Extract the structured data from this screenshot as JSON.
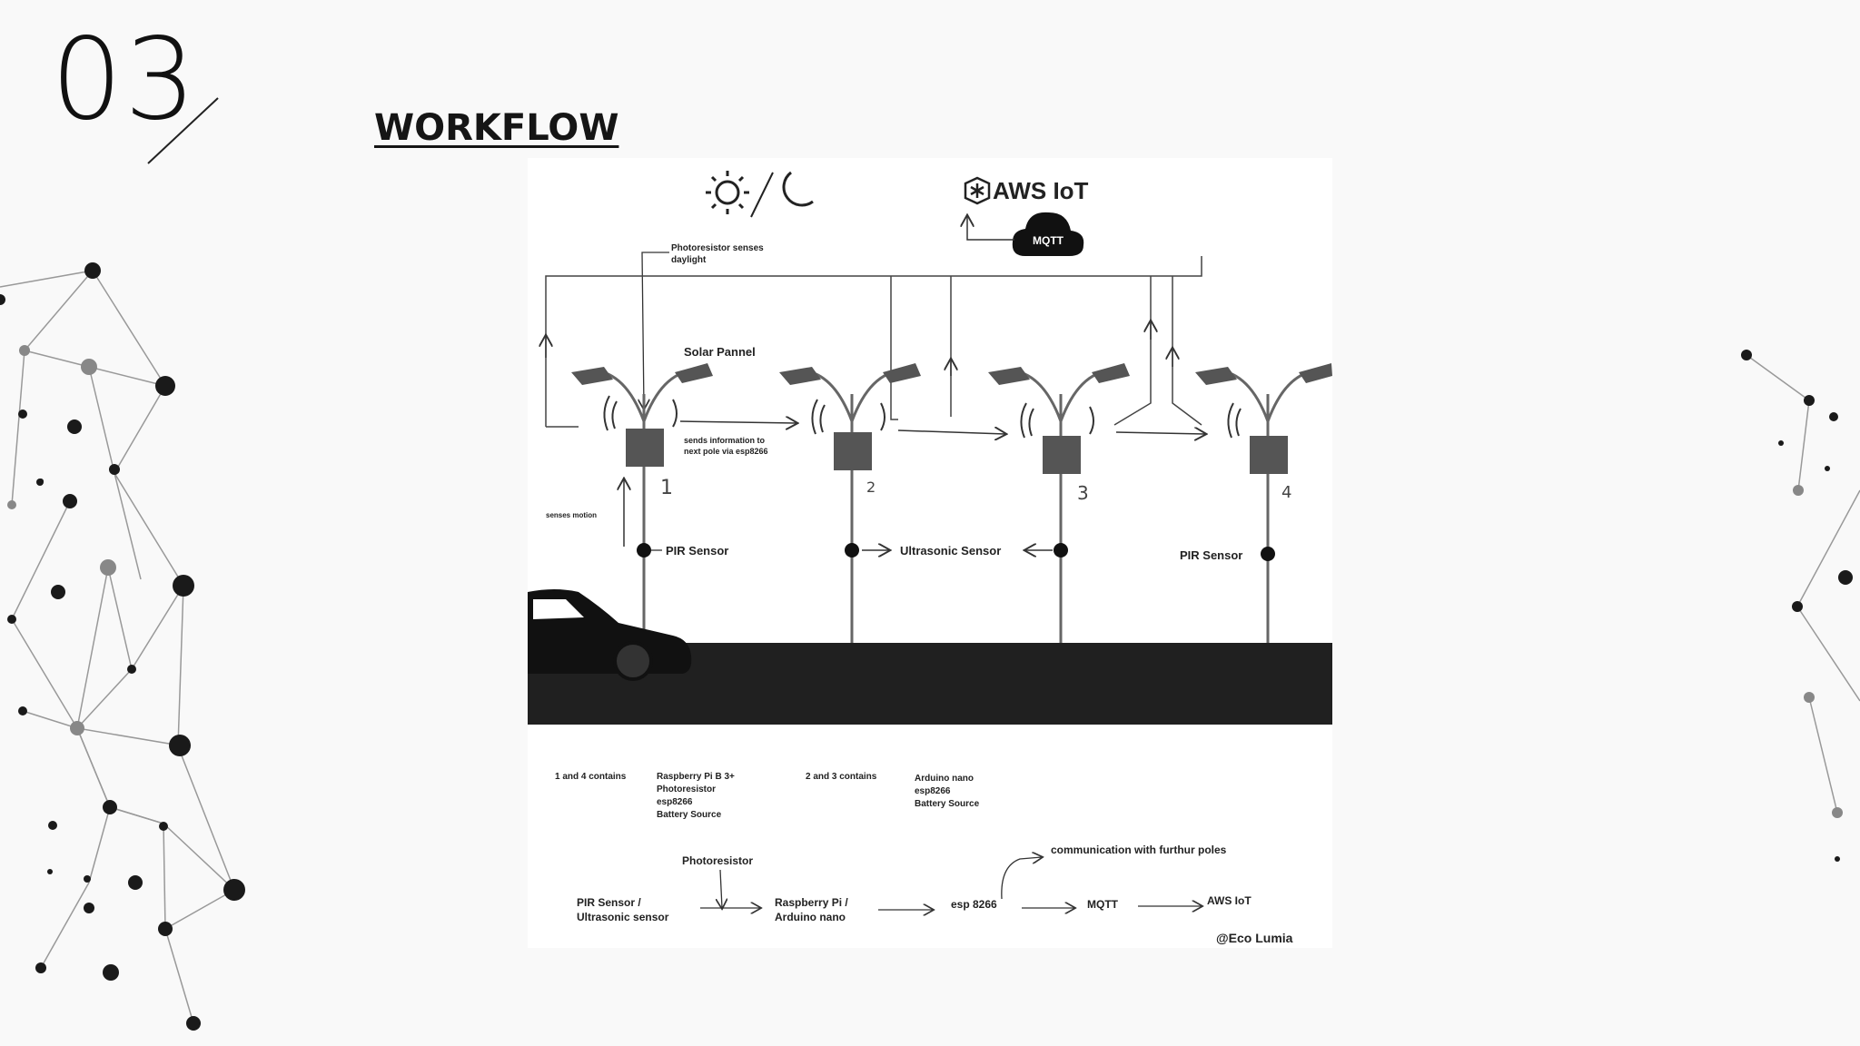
{
  "slide": {
    "number": "03",
    "title": "WORKFLOW"
  },
  "diagram": {
    "aws_label": "AWS IoT",
    "mqtt_cloud": "MQTT",
    "photoresistor_note": [
      "Photoresistor senses",
      "daylight"
    ],
    "solar_label": "Solar Pannel",
    "sends_info": [
      "sends information to",
      "next pole via esp8266"
    ],
    "senses_motion": "senses motion",
    "poles": [
      "1",
      "2",
      "3",
      "4"
    ],
    "sensor_labels": {
      "pir1": "PIR Sensor",
      "ultrasonic": "Ultrasonic Sensor",
      "pir4": "PIR Sensor"
    },
    "legend": {
      "group_a_label": "1 and 4 contains",
      "group_a_items": [
        "Raspberry Pi B 3+",
        "Photoresistor",
        "esp8266",
        "Battery Source"
      ],
      "group_b_label": "2 and 3 contains",
      "group_b_items": [
        "Arduino nano",
        "esp8266",
        "Battery Source"
      ]
    },
    "flow": {
      "photoresistor": "Photoresistor",
      "sensor": [
        "PIR Sensor /",
        "Ultrasonic sensor"
      ],
      "controller": [
        "Raspberry Pi /",
        "Arduino nano"
      ],
      "esp": "esp 8266",
      "mqtt": "MQTT",
      "aws": "AWS IoT",
      "comm": "communication with furthur poles"
    },
    "credit": "@Eco Lumia"
  }
}
